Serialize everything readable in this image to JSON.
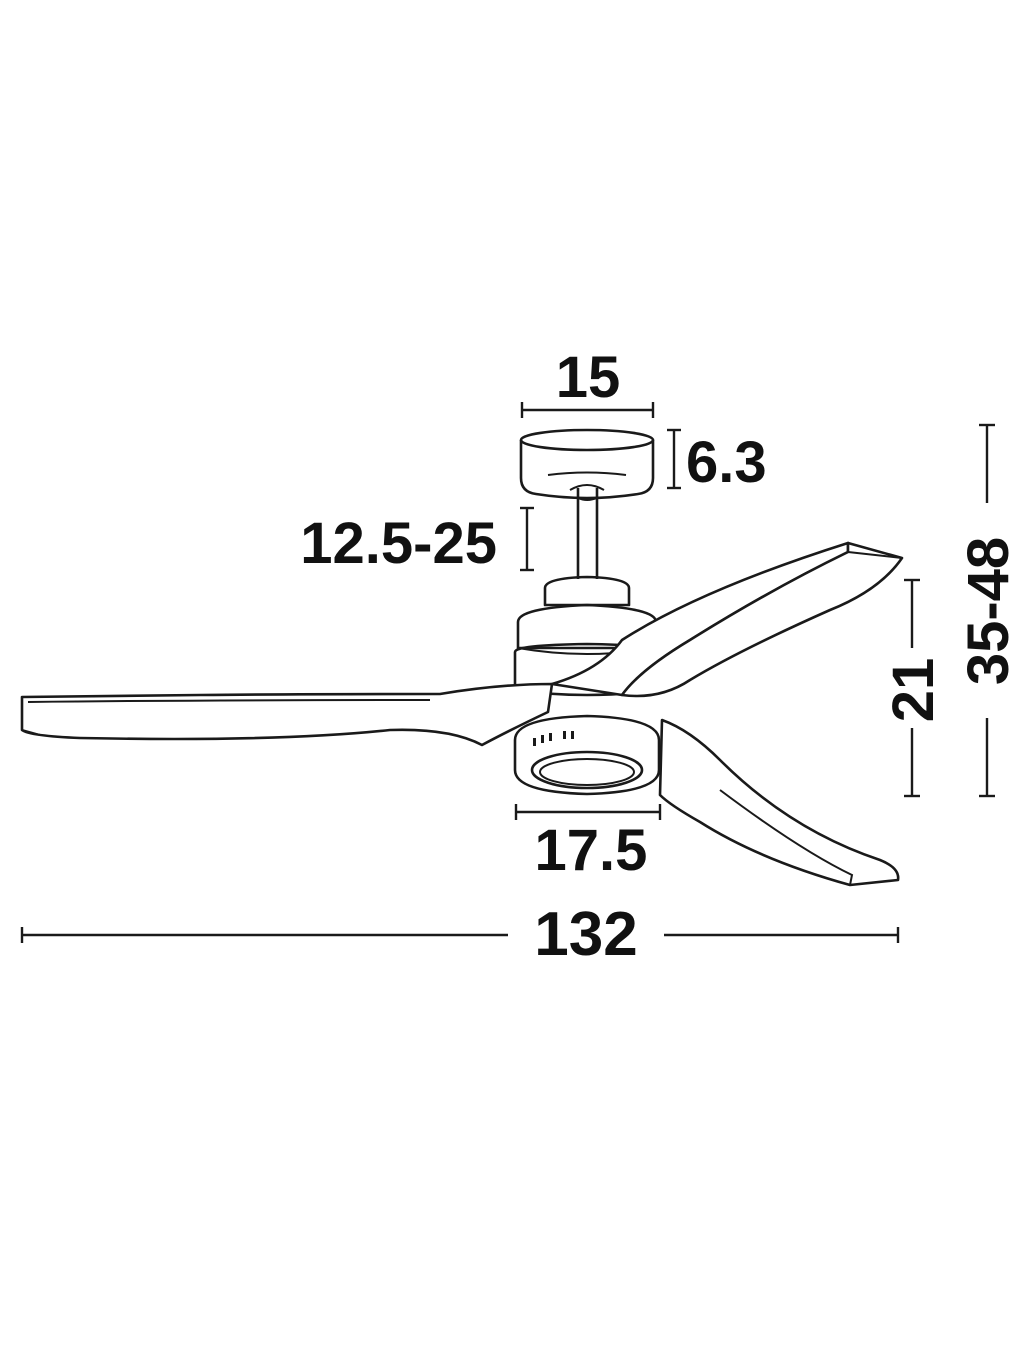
{
  "diagram": {
    "dimensions": {
      "canopy_width": "15",
      "canopy_height": "6.3",
      "downrod_length": "12.5-25",
      "total_height": "35-48",
      "body_height": "21",
      "light_diameter": "17.5",
      "blade_span": "132"
    }
  }
}
